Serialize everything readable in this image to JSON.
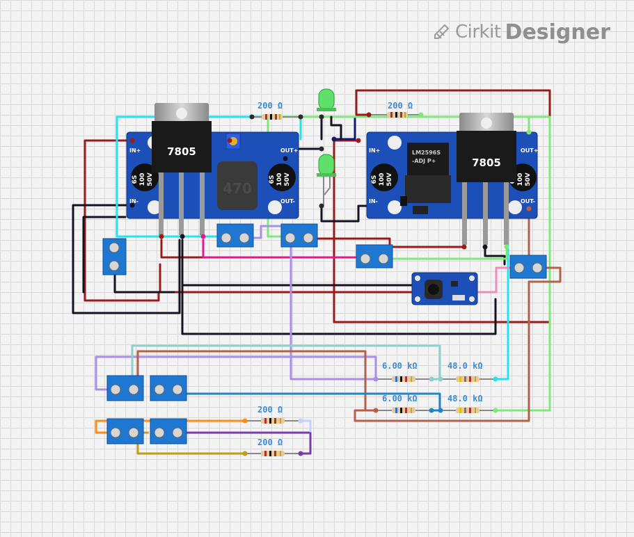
{
  "brand": {
    "name_light": "Cirkit",
    "name_bold": "Designer",
    "icon": "pencil-logo-icon"
  },
  "regulator_label": "7805",
  "inductor_label": "470",
  "capacitor_label": [
    "6S",
    "100",
    "50V"
  ],
  "buck_pins": {
    "in_plus": "IN+",
    "in_minus": "IN-",
    "out_plus": "OUT+",
    "out_minus": "OUT-"
  },
  "ic_text": [
    "LM2596S",
    "-ADJ P+"
  ],
  "resistors": {
    "top_left": "200 Ω",
    "top_right": "200 Ω",
    "div1_a": "6.00 kΩ",
    "div1_b": "48.0 kΩ",
    "div2_a": "6.00 kΩ",
    "div2_b": "48.0 kΩ",
    "bottom_1": "200 Ω",
    "bottom_2": "200 Ω"
  },
  "colors": {
    "board_blue": "#1d4fb8",
    "terminal_blue": "#1e78d2",
    "led_green": "#5fe06a",
    "wire_cyan": "#22e3f0",
    "wire_green": "#7fe87a",
    "wire_red": "#a51e1e"
  }
}
